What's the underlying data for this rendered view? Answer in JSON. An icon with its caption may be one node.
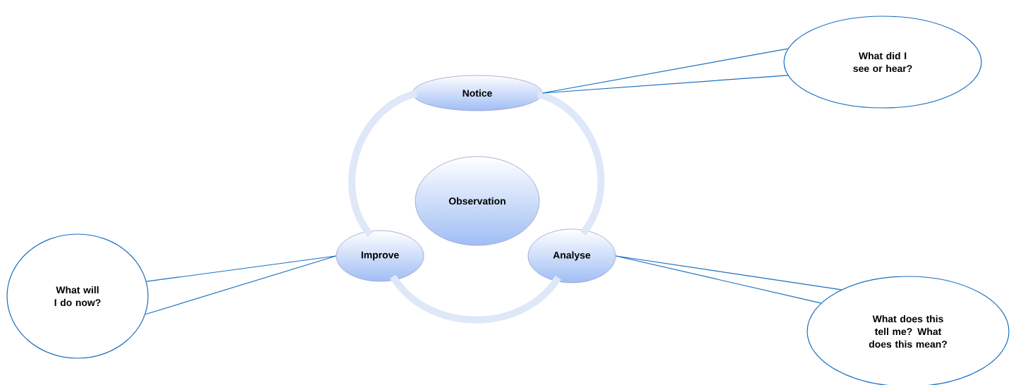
{
  "diagram": {
    "nodes": [
      {
        "text": [
          "Notice"
        ]
      },
      {
        "text": [
          "Observation"
        ]
      },
      {
        "text": [
          "Improve"
        ]
      },
      {
        "text": [
          "Analyse"
        ]
      },
      {
        "text": [
          "What did I see or hear?"
        ]
      },
      {
        "text": [
          "What will I do now?"
        ]
      },
      {
        "text": [
          "What does this tell me? What does this mean?"
        ]
      }
    ],
    "edges": [
      {
        "from": 0,
        "to": 3,
        "arrow": "none",
        "style": "thick",
        "color": "#dfe8f8"
      },
      {
        "from": 3,
        "to": 2,
        "arrow": "none",
        "style": "thick",
        "color": "#dfe8f8"
      },
      {
        "from": 2,
        "to": 0,
        "arrow": "none",
        "style": "thick",
        "color": "#dfe8f8"
      },
      {
        "from": 4,
        "to": 0,
        "arrow": "none",
        "color": "#1a6fc0"
      },
      {
        "from": 5,
        "to": 2,
        "arrow": "none",
        "color": "#1a6fc0"
      },
      {
        "from": 6,
        "to": 3,
        "arrow": "none",
        "color": "#1a6fc0"
      }
    ]
  }
}
